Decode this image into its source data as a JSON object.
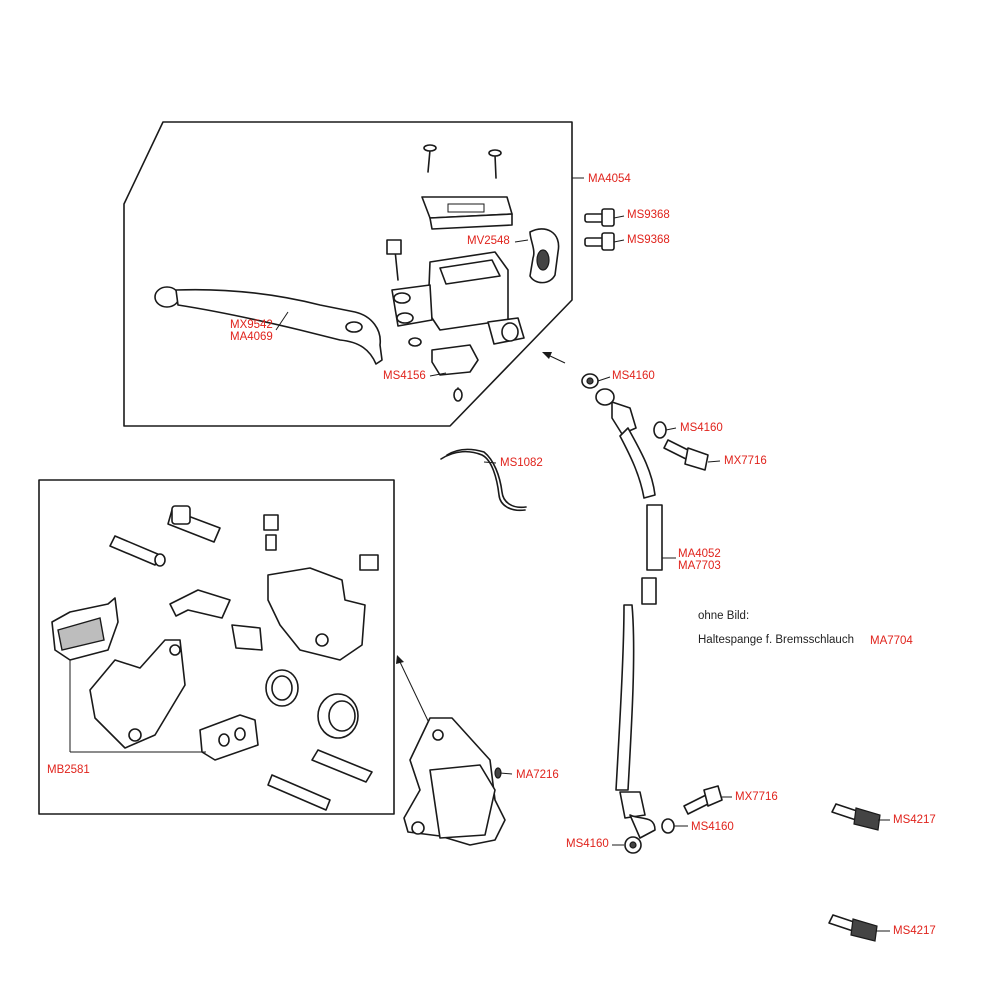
{
  "labels": {
    "ma4054": "MA4054",
    "ms9368_a": "MS9368",
    "ms9368_b": "MS9368",
    "mv2548": "MV2548",
    "mx9542": "MX9542",
    "ma4069": "MA4069",
    "ms4156": "MS4156",
    "ms4160_top": "MS4160",
    "ms4160_mid": "MS4160",
    "mx7716_top": "MX7716",
    "ms1082": "MS1082",
    "ma4052": "MA4052",
    "ma7703": "MA7703",
    "ma7216": "MA7216",
    "mb2581": "MB2581",
    "mx7716_bottom": "MX7716",
    "ms4160_bottom_right": "MS4160",
    "ms4160_bottom_left": "MS4160",
    "ms4217_a": "MS4217",
    "ms4217_b": "MS4217",
    "ma7704": "MA7704"
  },
  "note": {
    "title": "ohne Bild:",
    "item": "Haltespange f. Bremsschlauch"
  },
  "colors": {
    "label": "#e0231c",
    "line": "#1a1a1a"
  }
}
